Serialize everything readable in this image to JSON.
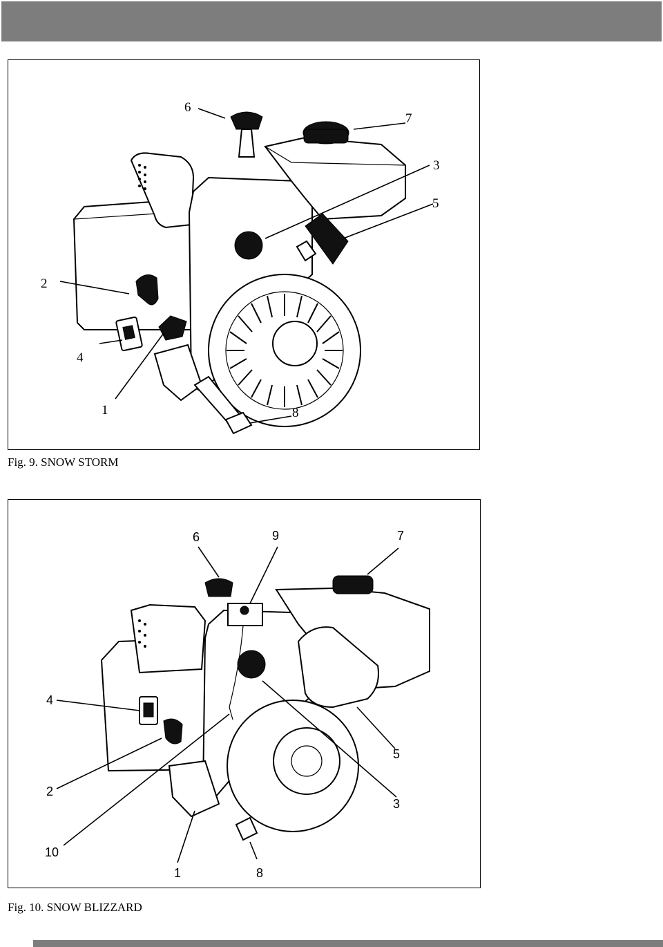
{
  "figures": [
    {
      "caption": "Fig. 9. SNOW STORM",
      "callouts": [
        "6",
        "7",
        "3",
        "5",
        "2",
        "4",
        "1",
        "8"
      ]
    },
    {
      "caption": "Fig. 10. SNOW BLIZZARD",
      "callouts": [
        "6",
        "9",
        "7",
        "4",
        "5",
        "2",
        "3",
        "10",
        "1",
        "8"
      ]
    }
  ],
  "colors": {
    "bar": "#7d7d7d",
    "ink": "#000000"
  }
}
